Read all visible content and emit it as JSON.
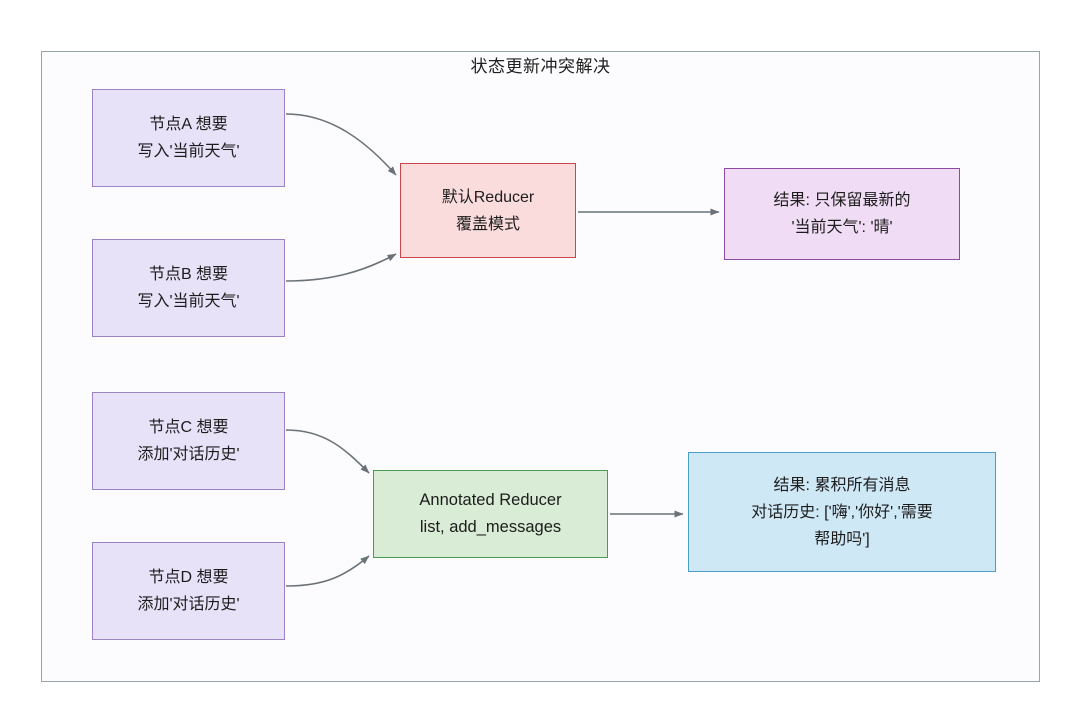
{
  "diagram": {
    "title": "状态更新冲突解决",
    "background_color": "#ffffff",
    "frame_color": "#9aa3a8",
    "edge_color": "#6b7378",
    "nodes": [
      {
        "id": "node-a",
        "style": "purple",
        "fill": "#e7e2f8",
        "stroke": "#9d82c4",
        "lines": [
          "节点A 想要",
          "写入'当前天气'"
        ]
      },
      {
        "id": "node-b",
        "style": "purple",
        "fill": "#e7e2f8",
        "stroke": "#9d82c4",
        "lines": [
          "节点B 想要",
          "写入'当前天气'"
        ]
      },
      {
        "id": "node-c",
        "style": "purple",
        "fill": "#e7e2f8",
        "stroke": "#9d82c4",
        "lines": [
          "节点C 想要",
          "添加'对话历史'"
        ]
      },
      {
        "id": "node-d",
        "style": "purple",
        "fill": "#e7e2f8",
        "stroke": "#9d82c4",
        "lines": [
          "节点D 想要",
          "添加'对话历史'"
        ]
      },
      {
        "id": "reducer-default",
        "style": "red",
        "fill": "#fadcdd",
        "stroke": "#c9454a",
        "lines": [
          "默认Reducer",
          "覆盖模式"
        ]
      },
      {
        "id": "reducer-annotated",
        "style": "green",
        "fill": "#d9ecd5",
        "stroke": "#4e9a52",
        "lines": [
          "Annotated Reducer",
          "list, add_messages"
        ]
      },
      {
        "id": "result-overwrite",
        "style": "violet",
        "fill": "#f0dcf4",
        "stroke": "#8c4aa0",
        "lines": [
          "结果: 只保留最新的",
          "'当前天气': '晴'"
        ]
      },
      {
        "id": "result-accumulate",
        "style": "blue",
        "fill": "#cfe8f6",
        "stroke": "#4a9ec7",
        "lines": [
          "结果: 累积所有消息",
          "对话历史: ['嗨','你好','需要",
          "帮助吗']"
        ]
      }
    ],
    "edges": [
      {
        "from": "node-a",
        "to": "reducer-default",
        "kind": "curve"
      },
      {
        "from": "node-b",
        "to": "reducer-default",
        "kind": "curve"
      },
      {
        "from": "reducer-default",
        "to": "result-overwrite",
        "kind": "straight"
      },
      {
        "from": "node-c",
        "to": "reducer-annotated",
        "kind": "curve"
      },
      {
        "from": "node-d",
        "to": "reducer-annotated",
        "kind": "curve"
      },
      {
        "from": "reducer-annotated",
        "to": "result-accumulate",
        "kind": "straight"
      }
    ]
  }
}
